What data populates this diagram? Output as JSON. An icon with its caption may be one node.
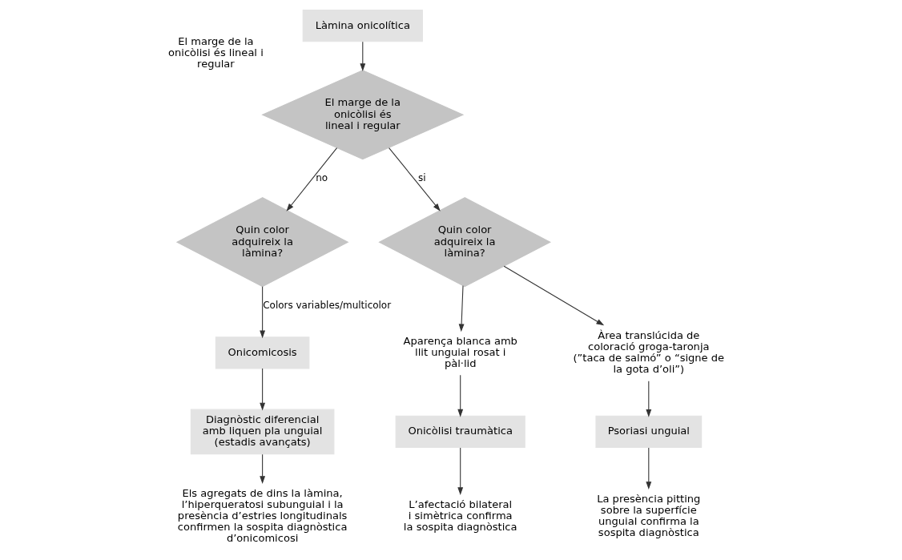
{
  "diagram": {
    "nodes": [
      {
        "text": [
          "Làmina onicolítica"
        ]
      },
      {
        "text": [
          "El marge de la onicòlisi és lineal i regular"
        ],
        "beside": [
          "El marge de la onicòlisi és lineal i regular"
        ]
      },
      {
        "text": [
          "Quin color adquireix la làmina?"
        ]
      },
      {
        "text": [
          "Quin color adquireix la làmina?"
        ]
      },
      {
        "text": [
          "Onicomicosis"
        ]
      },
      {
        "text": [
          "Diagnòstic diferencial amb liquen pla unguial (estadis avançats)"
        ]
      },
      {
        "text": [
          "Els agregats de dins la làmina, l’hiperqueratosi subunguial i la presència d’estries longitudinals confirmen la sospita diagnòstica d’onicomicosi"
        ]
      },
      {
        "text": [
          "Aparença blanca amb llit unguial rosat i pàl·lid"
        ]
      },
      {
        "text": [
          "Àrea translúcida de coloració groga-taronja (”taca de salmó” o “signe de la gota d’oli”)"
        ]
      },
      {
        "text": [
          "Onicòlisi traumàtica"
        ]
      },
      {
        "text": [
          "Psoriasi unguial"
        ]
      },
      {
        "text": [
          "L’afectació bilateral i simètrica confirma la sospita diagnòstica"
        ]
      },
      {
        "text": [
          "La presència pitting sobre la superfície unguial confirma la sospita diagnòstica"
        ]
      }
    ],
    "edges": [
      {
        "from": 0,
        "to": 1,
        "arrow": "to"
      },
      {
        "from": 1,
        "to": 2,
        "arrow": "to",
        "label": "no"
      },
      {
        "from": 1,
        "to": 3,
        "arrow": "to",
        "label": "si"
      },
      {
        "from": 2,
        "to": 4,
        "arrow": "to",
        "label": "Colors variables/multicolor"
      },
      {
        "from": 4,
        "to": 5,
        "arrow": "to"
      },
      {
        "from": 5,
        "to": 6,
        "arrow": "to"
      },
      {
        "from": 3,
        "to": 7,
        "arrow": "to"
      },
      {
        "from": 3,
        "to": 8,
        "arrow": "to"
      },
      {
        "from": 7,
        "to": 9,
        "arrow": "to"
      },
      {
        "from": 8,
        "to": 10,
        "arrow": "to"
      },
      {
        "from": 9,
        "to": 11,
        "arrow": "to"
      },
      {
        "from": 10,
        "to": 12,
        "arrow": "to"
      }
    ]
  }
}
